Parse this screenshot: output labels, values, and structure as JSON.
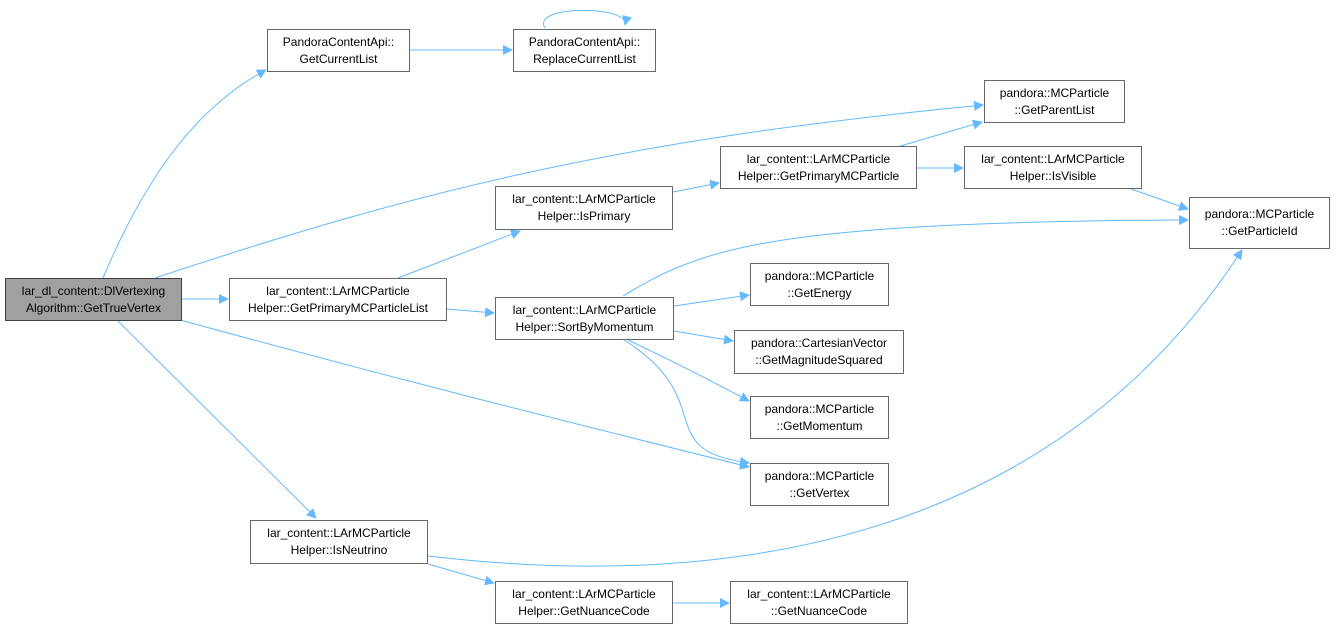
{
  "colors": {
    "edge": "#63b8ff",
    "node_border": "#666666",
    "root_fill": "#a0a0a0"
  },
  "nodes": {
    "root": {
      "line1": "lar_dl_content::DlVertexing",
      "line2": "Algorithm::GetTrueVertex"
    },
    "getcur": {
      "line1": "PandoraContentApi::",
      "line2": "GetCurrentList"
    },
    "replcur": {
      "line1": "PandoraContentApi::",
      "line2": "ReplaceCurrentList"
    },
    "parentlist": {
      "line1": "pandora::MCParticle",
      "line2": "::GetParentList"
    },
    "primmc": {
      "line1": "lar_content::LArMCParticle",
      "line2": "Helper::GetPrimaryMCParticle"
    },
    "isvisible": {
      "line1": "lar_content::LArMCParticle",
      "line2": "Helper::IsVisible"
    },
    "isprimary": {
      "line1": "lar_content::LArMCParticle",
      "line2": "Helper::IsPrimary"
    },
    "particleid": {
      "line1": "pandora::MCParticle",
      "line2": "::GetParticleId"
    },
    "primlist": {
      "line1": "lar_content::LArMCParticle",
      "line2": "Helper::GetPrimaryMCParticleList"
    },
    "sortmom": {
      "line1": "lar_content::LArMCParticle",
      "line2": "Helper::SortByMomentum"
    },
    "energy": {
      "line1": "pandora::MCParticle",
      "line2": "::GetEnergy"
    },
    "magsq": {
      "line1": "pandora::CartesianVector",
      "line2": "::GetMagnitudeSquared"
    },
    "momentum": {
      "line1": "pandora::MCParticle",
      "line2": "::GetMomentum"
    },
    "vertex": {
      "line1": "pandora::MCParticle",
      "line2": "::GetVertex"
    },
    "isneutrino": {
      "line1": "lar_content::LArMCParticle",
      "line2": "Helper::IsNeutrino"
    },
    "hnuance": {
      "line1": "lar_content::LArMCParticle",
      "line2": "Helper::GetNuanceCode"
    },
    "pnuance": {
      "line1": "lar_content::LArMCParticle",
      "line2": "::GetNuanceCode"
    }
  }
}
